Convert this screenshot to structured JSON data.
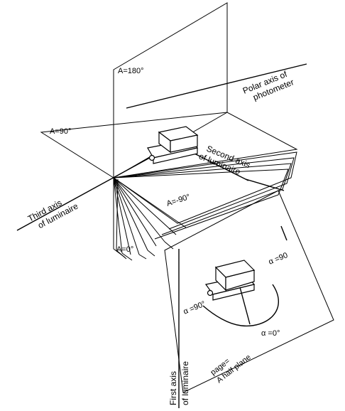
{
  "labels": {
    "a180": "A=180°",
    "a90_left": "A=90°",
    "polar_axis_line1": "Polar axis of",
    "polar_axis_line2": "photometer",
    "second_axis_line1": "Second axis",
    "second_axis_line2": "of luminaire",
    "third_axis_line1": "Third axis",
    "third_axis_line2": "of luminaire",
    "a_minus90": "A=-90°",
    "a0": "A=0°",
    "alpha_90_right": "α =90",
    "alpha_90_left": "α =90°",
    "alpha_0": "α =0°",
    "page_line1": "page=",
    "page_line2": "A half plane",
    "first_axis_line1": "First axis",
    "first_axis_line2": "of luminaire"
  }
}
